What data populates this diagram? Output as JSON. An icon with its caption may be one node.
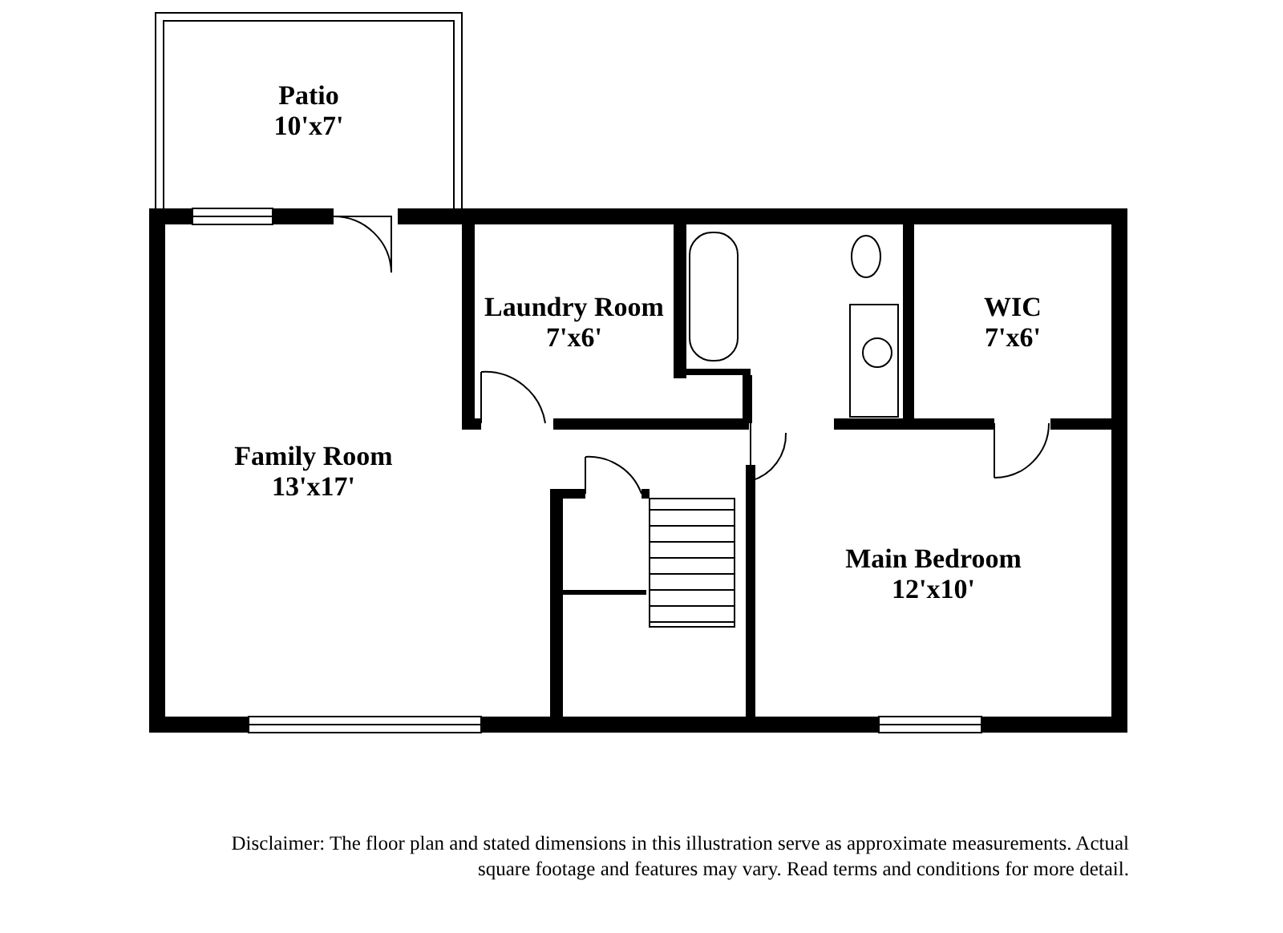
{
  "diagram": {
    "caption": "Disclaimer: The floor plan and stated dimensions in this illustration serve as approximate measurements. Actual square footage and features may vary. Read terms and conditions for more detail.",
    "nodes": [
      {
        "text": [
          "Patio",
          "10'x7'"
        ]
      },
      {
        "text": [
          "Laundry Room",
          "7'x6'"
        ]
      },
      {
        "text": [
          "WIC",
          "7'x6'"
        ]
      },
      {
        "text": [
          "Family Room",
          "13'x17'"
        ]
      },
      {
        "text": [
          "Main Bedroom",
          "12'x10'"
        ]
      }
    ]
  }
}
